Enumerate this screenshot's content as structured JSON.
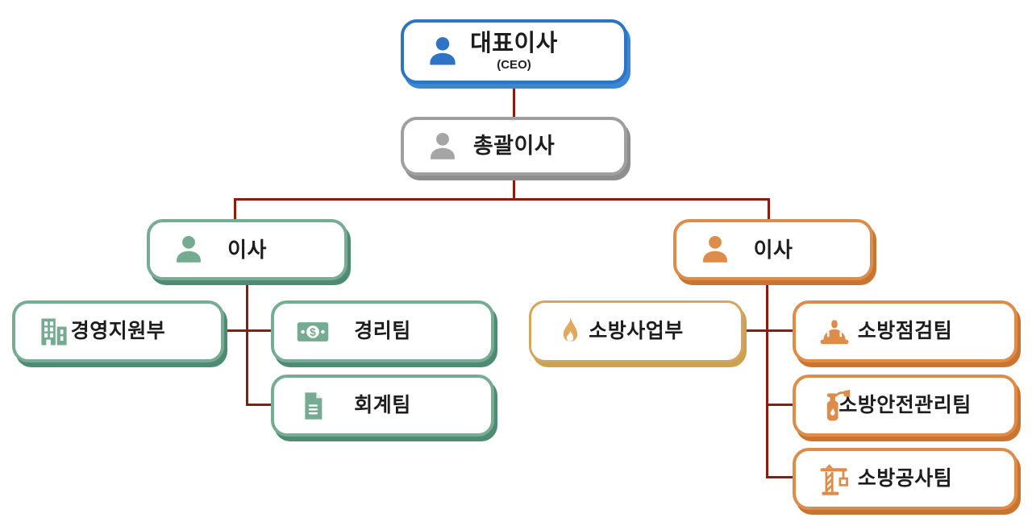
{
  "diagram": {
    "type": "org-chart",
    "background": "#ffffff",
    "connector_color": "#8f1a10",
    "palette": {
      "blue": "#2b74c6",
      "gray": "#9f9f9f",
      "teal": "#76ac93",
      "orange": "#dd8c4a",
      "gold": "#d5a55c",
      "text": "#1d1d1d"
    },
    "nodes": [
      {
        "id": "ceo",
        "label": "대표이사",
        "sublabel": "(CEO)",
        "icon": "person-icon",
        "theme": "blue"
      },
      {
        "id": "executive-director",
        "label": "총괄이사",
        "icon": "person-icon",
        "theme": "gray"
      },
      {
        "id": "director-left",
        "label": "이사",
        "icon": "person-icon",
        "theme": "teal"
      },
      {
        "id": "director-right",
        "label": "이사",
        "icon": "person-icon",
        "theme": "orange"
      },
      {
        "id": "management-support",
        "label": "경영지원부",
        "icon": "building-icon",
        "theme": "teal"
      },
      {
        "id": "finance-team",
        "label": "경리팀",
        "icon": "banknote-icon",
        "theme": "teal"
      },
      {
        "id": "accounting-team",
        "label": "회계팀",
        "icon": "document-icon",
        "theme": "teal"
      },
      {
        "id": "fire-business-dept",
        "label": "소방사업부",
        "icon": "flame-icon",
        "theme": "gold"
      },
      {
        "id": "fire-inspection-team",
        "label": "소방점검팀",
        "icon": "hardhat-icon",
        "theme": "orange"
      },
      {
        "id": "fire-safety-mgmt-team",
        "label": "소방안전관리팀",
        "icon": "fire-extinguisher-icon",
        "theme": "orange"
      },
      {
        "id": "fire-construction-team",
        "label": "소방공사팀",
        "icon": "crane-icon",
        "theme": "orange"
      }
    ]
  }
}
